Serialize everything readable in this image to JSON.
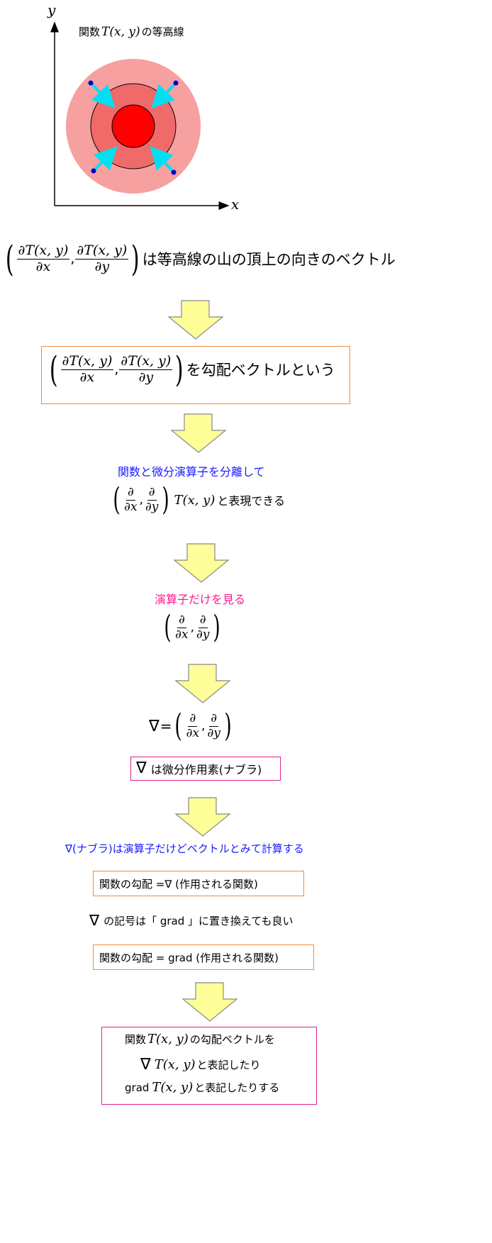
{
  "contour_plot": {
    "y_axis": "y",
    "x_axis": "x",
    "title_prefix": "関数",
    "title_fn": "T(x, y)",
    "title_suffix": "の等高線",
    "colors": {
      "outer": "#f7a0a0",
      "middle": "#f06a6a",
      "inner": "#ff0000",
      "arrow": "#00e0f0",
      "dot": "#0000cc"
    }
  },
  "step1": {
    "num1": "∂T(x, y)",
    "den1": "∂x",
    "num2": "∂T(x, y)",
    "den2": "∂y",
    "text": "は等高線の山の頂上の向きのベクトル"
  },
  "step2": {
    "num1": "∂T(x, y)",
    "den1": "∂x",
    "num2": "∂T(x, y)",
    "den2": "∂y",
    "text": "を勾配ベクトルという"
  },
  "step3": {
    "heading": "関数と微分演算子を分離して",
    "num": "∂",
    "den1": "∂x",
    "den2": "∂y",
    "fn": "T(x, y)",
    "text": "と表現できる"
  },
  "step4": {
    "heading": "演算子だけを見る",
    "num": "∂",
    "den1": "∂x",
    "den2": "∂y"
  },
  "step5": {
    "nabla": "∇",
    "eq": "=",
    "num": "∂",
    "den1": "∂x",
    "den2": "∂y",
    "box_nabla": "∇",
    "box_text": "は微分作用素(ナブラ)"
  },
  "step6": {
    "heading": "∇(ナブラ)は演算子だけどベクトルとみて計算する",
    "box1": "関数の勾配 =∇ (作用される関数)",
    "note_nabla": "∇",
    "note_text": "の記号は「 grad 」に置き換えても良い",
    "box2": "関数の勾配 = grad (作用される関数)"
  },
  "final": {
    "line1_prefix": "関数",
    "line1_fn": "T(x, y)",
    "line1_suffix": "の勾配ベクトルを",
    "line2_nabla": "∇",
    "line2_fn": "T(x, y)",
    "line2_suffix": "と表記したり",
    "line3_grad": "grad",
    "line3_fn": "T(x, y)",
    "line3_suffix": "と表記したりする"
  }
}
